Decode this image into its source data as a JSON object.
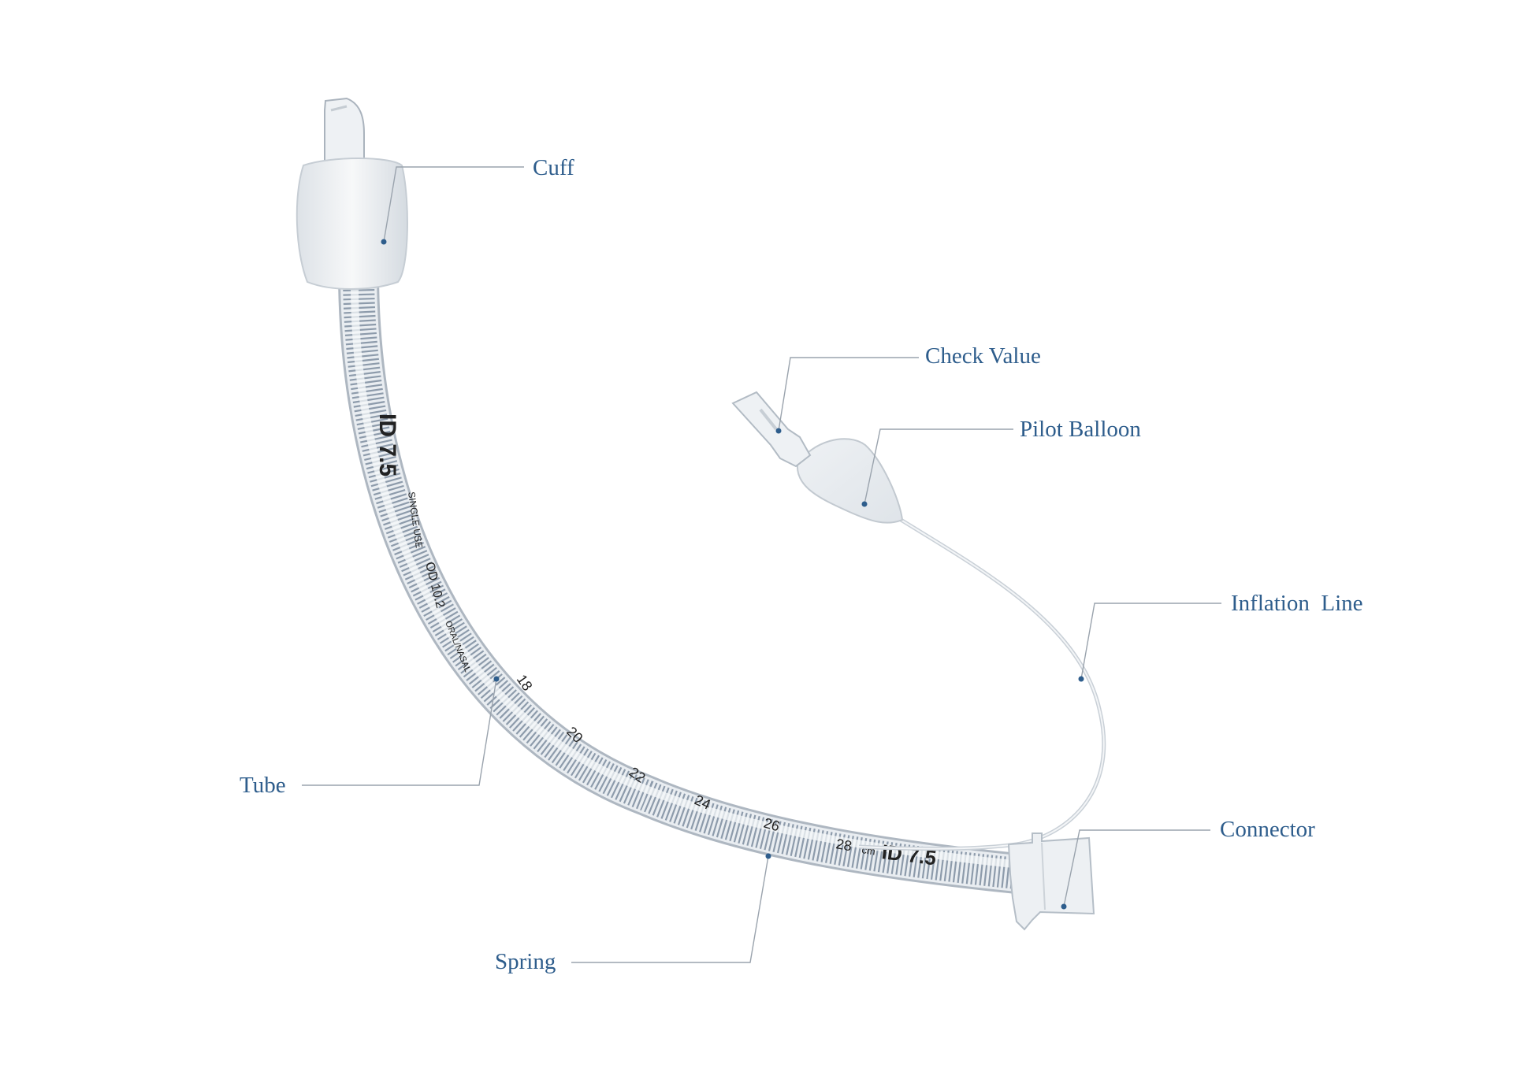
{
  "labels": {
    "cuff": "Cuff",
    "check_valve": "Check Value",
    "pilot_balloon": "Pilot Balloon",
    "inflation_line": "Inflation  Line",
    "tube": "Tube",
    "connector": "Connector",
    "spring": "Spring"
  },
  "tube_markings": {
    "id_upper": "ID 7.5",
    "single_use": "SINGLE USE",
    "od": "OD 10.2",
    "oral_nasal": "ORAL/NASAL",
    "mark_18": "18",
    "mark_20": "20",
    "mark_22": "22",
    "mark_24": "24",
    "mark_26": "26",
    "mark_28": "28",
    "unit": "cm",
    "id_lower": "ID 7.5"
  },
  "colors": {
    "label": "#2e5d8c",
    "leader": "#9aa3ad"
  }
}
